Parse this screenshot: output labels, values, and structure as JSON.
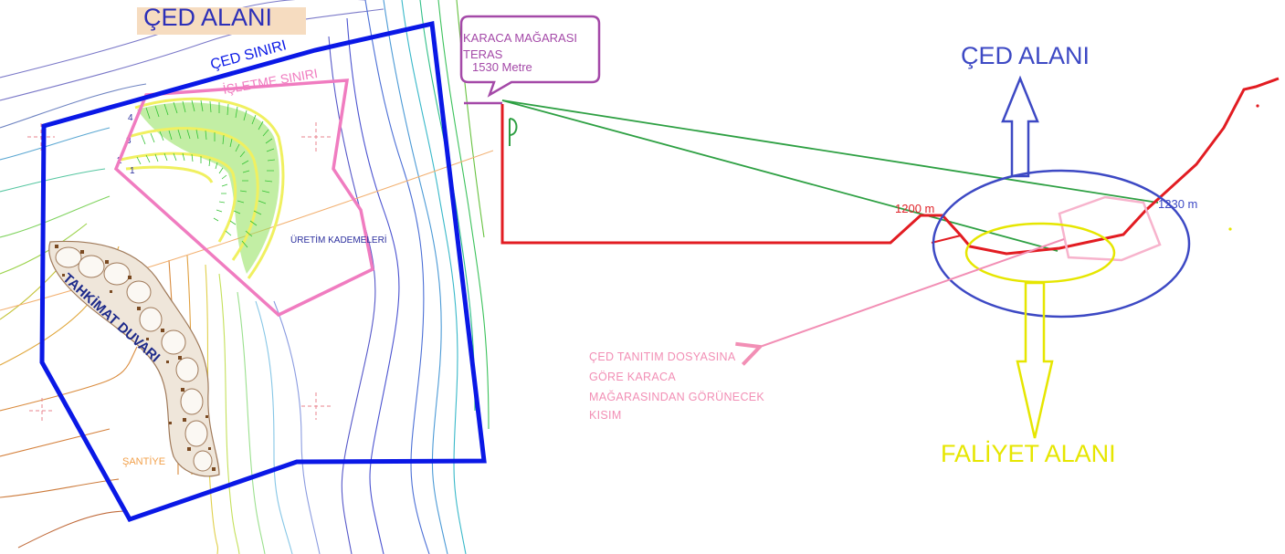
{
  "map": {
    "title": "ÇED ALANI",
    "ced_siniri": "ÇED SINIRI",
    "isletme_siniri": "İŞLETME SINIRI",
    "uretim": "ÜRETİM KADEMELERİ",
    "tahkimat": "TAHKİMAT DUVARI",
    "santiye": "ŞANTİYE",
    "step_numbers": [
      "4",
      "3",
      "2",
      "1"
    ]
  },
  "section": {
    "callout_line1": "KARACA MAĞARASI",
    "callout_line2": "TERAS",
    "callout_line3": "1530 Metre",
    "ced_label": "ÇED ALANI",
    "faliyet_label": "FALİYET ALANI",
    "elev_1200": "1200 m",
    "elev_1230": "1230 m",
    "note_lines": [
      "ÇED TANITIM DOSYASINA",
      "GÖRE KARACA",
      "MAĞARASINDAN GÖRÜNECEK",
      "KISIM"
    ]
  },
  "colors": {
    "ced_boundary": "#0a18e6",
    "isletme_boundary": "#f07cc0",
    "profile": "#e21c22",
    "sight_lines": "#2ea043",
    "callout": "#a449a8",
    "ced_ellipse": "#3d49c4",
    "faliyet": "#e6e600",
    "note_pink": "#f28fb5"
  }
}
